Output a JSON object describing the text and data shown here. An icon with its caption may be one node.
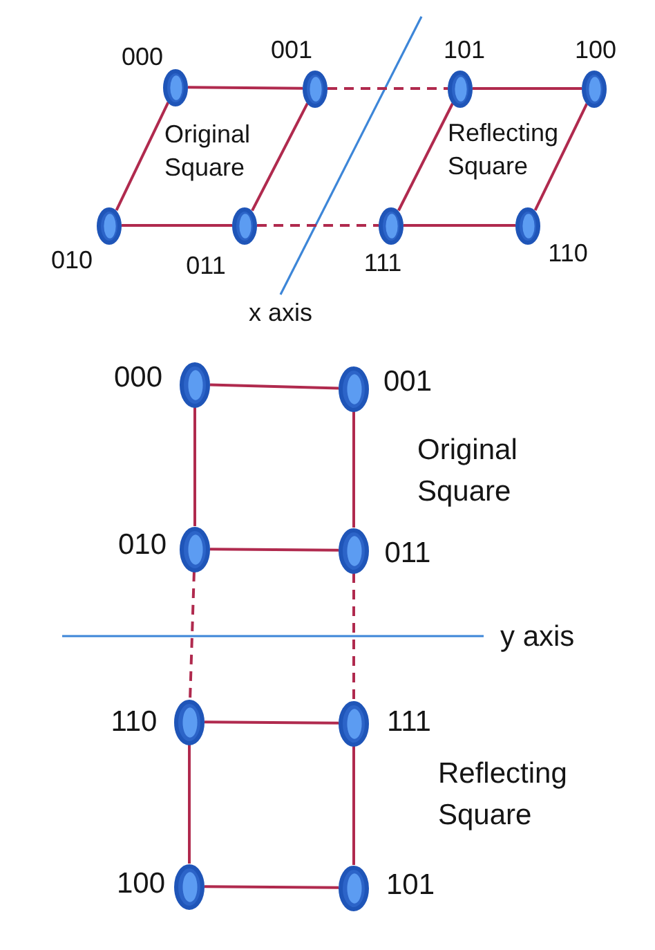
{
  "diagram": {
    "nodes": [
      {
        "text": [
          "000"
        ]
      },
      {
        "text": [
          "001"
        ]
      },
      {
        "text": [
          "101"
        ]
      },
      {
        "text": [
          "100"
        ]
      },
      {
        "text": [
          "010"
        ]
      },
      {
        "text": [
          "011"
        ]
      },
      {
        "text": [
          "111"
        ]
      },
      {
        "text": [
          "110"
        ]
      },
      {
        "text": [
          "000"
        ]
      },
      {
        "text": [
          "001"
        ]
      },
      {
        "text": [
          "010"
        ]
      },
      {
        "text": [
          "011"
        ]
      },
      {
        "text": [
          "110"
        ]
      },
      {
        "text": [
          "111"
        ]
      },
      {
        "text": [
          "100"
        ]
      },
      {
        "text": [
          "101"
        ]
      }
    ],
    "edges": [
      {
        "from": 0,
        "to": 1,
        "arrow": "none"
      },
      {
        "from": 0,
        "to": 4,
        "arrow": "none"
      },
      {
        "from": 1,
        "to": 5,
        "arrow": "none"
      },
      {
        "from": 4,
        "to": 5,
        "arrow": "none"
      },
      {
        "from": 1,
        "to": 2,
        "arrow": "none",
        "style": "dashed"
      },
      {
        "from": 5,
        "to": 6,
        "arrow": "none",
        "style": "dashed"
      },
      {
        "from": 2,
        "to": 3,
        "arrow": "none"
      },
      {
        "from": 2,
        "to": 6,
        "arrow": "none"
      },
      {
        "from": 3,
        "to": 7,
        "arrow": "none"
      },
      {
        "from": 6,
        "to": 7,
        "arrow": "none"
      },
      {
        "from": 8,
        "to": 9,
        "arrow": "none"
      },
      {
        "from": 8,
        "to": 10,
        "arrow": "none"
      },
      {
        "from": 9,
        "to": 11,
        "arrow": "none"
      },
      {
        "from": 10,
        "to": 11,
        "arrow": "none"
      },
      {
        "from": 10,
        "to": 12,
        "arrow": "none",
        "style": "dashed"
      },
      {
        "from": 11,
        "to": 13,
        "arrow": "none",
        "style": "dashed"
      },
      {
        "from": 12,
        "to": 13,
        "arrow": "none"
      },
      {
        "from": 12,
        "to": 14,
        "arrow": "none"
      },
      {
        "from": 13,
        "to": 15,
        "arrow": "none"
      },
      {
        "from": 14,
        "to": 15,
        "arrow": "none"
      }
    ],
    "labels": [
      "Original Square",
      "Reflecting Square",
      "x axis",
      "Original Square",
      "y axis",
      "Reflecting Square"
    ]
  }
}
